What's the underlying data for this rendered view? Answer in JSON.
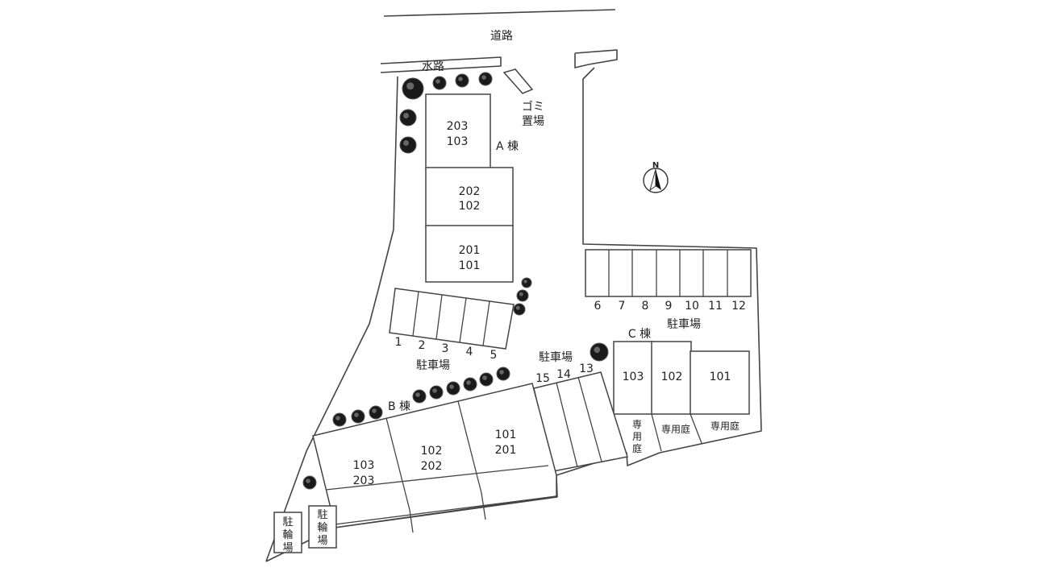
{
  "labels": {
    "road": "道路",
    "waterway": "水路",
    "garbage_line1": "ゴミ",
    "garbage_line2": "置場",
    "north": "N",
    "building_a": "A 棟",
    "building_b": "B 棟",
    "building_c": "C 棟",
    "parking": "駐車場",
    "private_garden": "専用庭",
    "bike_parking": "駐輪場"
  },
  "building_a_units": [
    {
      "upper": "203",
      "lower": "103"
    },
    {
      "upper": "202",
      "lower": "102"
    },
    {
      "upper": "201",
      "lower": "101"
    }
  ],
  "building_b_units": [
    {
      "upper": "103",
      "lower": "203"
    },
    {
      "upper": "102",
      "lower": "202"
    },
    {
      "upper": "101",
      "lower": "201"
    }
  ],
  "building_c_units": [
    "103",
    "102",
    "101"
  ],
  "parking_left_numbers": [
    "1",
    "2",
    "3",
    "4",
    "5"
  ],
  "parking_right_numbers": [
    "6",
    "7",
    "8",
    "9",
    "10",
    "11",
    "12"
  ],
  "parking_middle_numbers": [
    "15",
    "14",
    "13"
  ]
}
